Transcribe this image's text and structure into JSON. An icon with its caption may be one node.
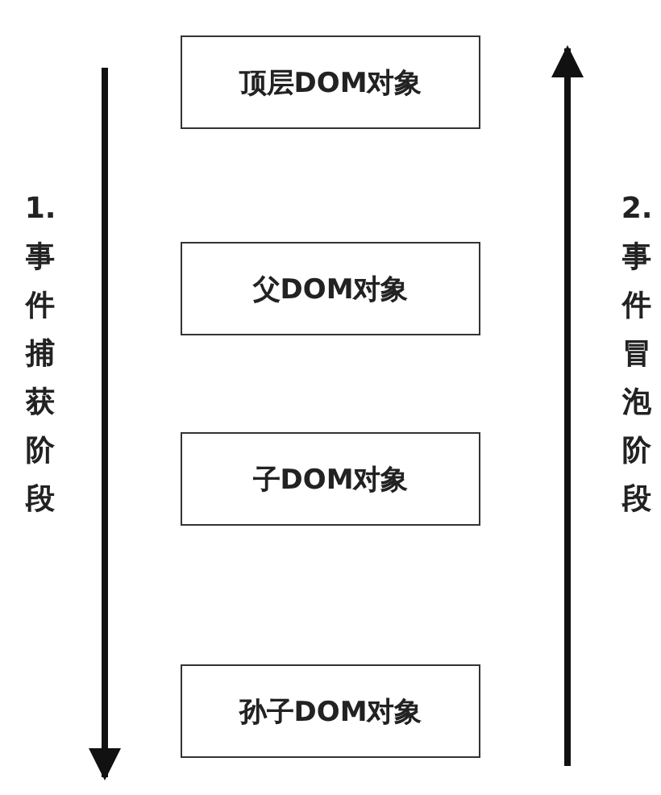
{
  "diagram": {
    "nodes": [
      {
        "text": [
          "顶层DOM对象"
        ]
      },
      {
        "text": [
          "父DOM对象"
        ]
      },
      {
        "text": [
          "子DOM对象"
        ]
      },
      {
        "text": [
          "孙子DOM对象"
        ]
      }
    ],
    "labels": [
      "1. 事件捕获阶段",
      "2. 事件冒泡阶段"
    ]
  }
}
